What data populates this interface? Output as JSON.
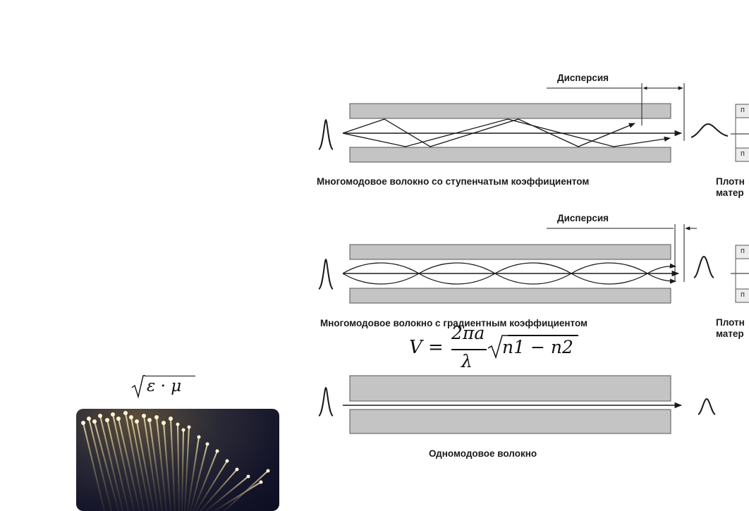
{
  "diagram": {
    "dispersion_label_1": "Дисперсия",
    "dispersion_label_2": "Дисперсия",
    "caption_step": "Многомодовое волокно со ступенчатым коэффициентом",
    "caption_gradient": "Многомодовое волокно с градиентным коэффициентом",
    "caption_single": "Одномодовое волокно",
    "side_label_1_line1": "Плотн",
    "side_label_1_line2": "матер",
    "side_label_2_line1": "Плотн",
    "side_label_2_line2": "матер",
    "side_box_letter": "п"
  },
  "formulas": {
    "v_number_lhs": "V =",
    "v_number_numerator": "2πa",
    "v_number_denominator": "λ",
    "v_number_root": "n1 − n2",
    "impedance_root": "ε · μ"
  },
  "photo": {
    "subject": "optical-fiber-bundle"
  },
  "colors": {
    "cladding": "#c4c4c4",
    "stroke": "#1a1a1a",
    "photo_bg": "#14142a",
    "fiber_glow": "#e8d6a0"
  }
}
